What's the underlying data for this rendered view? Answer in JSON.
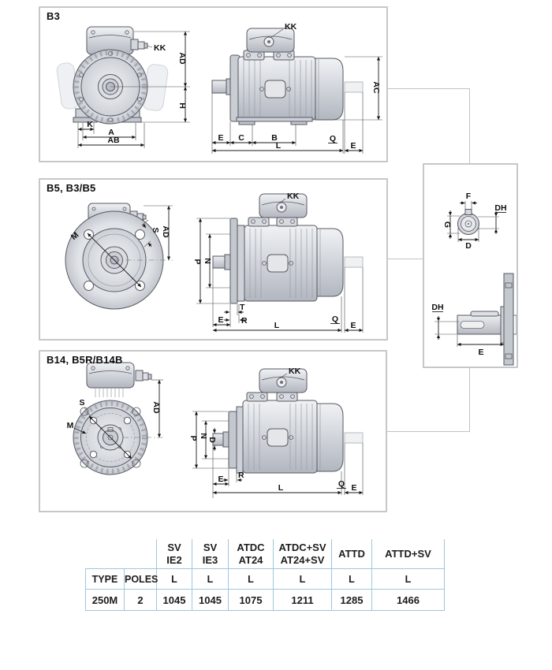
{
  "panels": {
    "b3": {
      "title": "B3",
      "dims": {
        "kk_front": "KK",
        "ad": "AD",
        "h": "H",
        "k": "K",
        "a": "A",
        "ab": "AB",
        "kk_side": "KK",
        "ac": "AC",
        "e_front": "E",
        "c": "C",
        "b": "B",
        "l": "L",
        "q": "Q",
        "e_rear": "E"
      }
    },
    "b5": {
      "title": "B5, B3/B5",
      "dims": {
        "m": "M",
        "s": "S",
        "ad": "AD",
        "kk": "KK",
        "p": "P",
        "n": "N",
        "t": "T",
        "r": "R",
        "e_front": "E",
        "l": "L",
        "q": "Q",
        "e_rear": "E"
      }
    },
    "b14": {
      "title": "B14, B5R/B14B",
      "dims": {
        "s": "S",
        "m": "M",
        "ad": "AD",
        "kk": "KK",
        "p": "P",
        "n": "N",
        "d": "D",
        "r": "R",
        "e_front": "E",
        "l": "L",
        "q": "Q",
        "e_rear": "E"
      }
    },
    "shaft": {
      "dims": {
        "f": "F",
        "dh_end": "DH",
        "g": "G",
        "d": "D",
        "dh_side": "DH",
        "e": "E"
      }
    }
  },
  "table": {
    "group_headers": [
      {
        "line1": "SV",
        "line2": "IE2"
      },
      {
        "line1": "SV",
        "line2": "IE3"
      },
      {
        "line1": "ATDC",
        "line2": "AT24"
      },
      {
        "line1": "ATDC+SV",
        "line2": "AT24+SV"
      },
      {
        "line1": "ATTD"
      },
      {
        "line1": "ATTD+SV"
      }
    ],
    "headers": {
      "type": "TYPE",
      "poles": "POLES",
      "length": "L"
    },
    "row": {
      "type": "250M",
      "poles": "2",
      "values": [
        "1045",
        "1045",
        "1075",
        "1211",
        "1285",
        "1466"
      ]
    }
  },
  "colors": {
    "accent_blue": "#3a56c4",
    "accent_green": "#4fae74",
    "value_blue": "#7186d4",
    "value_green": "#87cba1",
    "table_border": "#a0c6de",
    "panel_border": "#c5c7c9",
    "text": "#1c1c1c"
  }
}
